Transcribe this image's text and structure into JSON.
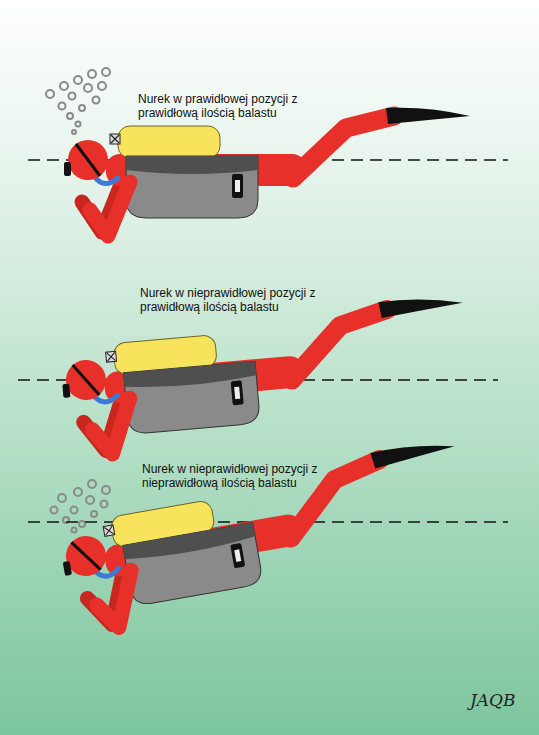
{
  "diagram": {
    "labels": [
      "Nurek w prawidłowej pozycji z prawidłową ilością balastu",
      "Nurek w nieprawidłowej pozycji z prawidłową ilością balastu",
      "Nurek w nieprawidłowej pozycji z nieprawidłową ilością balastu",
      "JAQB"
    ]
  }
}
